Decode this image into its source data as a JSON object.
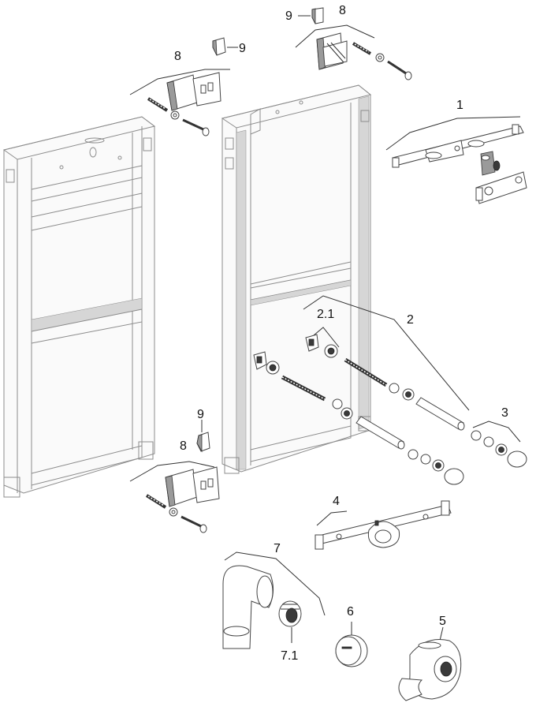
{
  "labels": {
    "l1": "1",
    "l2": "2",
    "l2_1": "2.1",
    "l3": "3",
    "l4": "4",
    "l5": "5",
    "l6": "6",
    "l7": "7",
    "l7_1": "7.1",
    "l8": "8",
    "l9": "9"
  },
  "icons": {
    "hardware": "screw-bolt-washer",
    "fitting": "pipe-elbow"
  }
}
